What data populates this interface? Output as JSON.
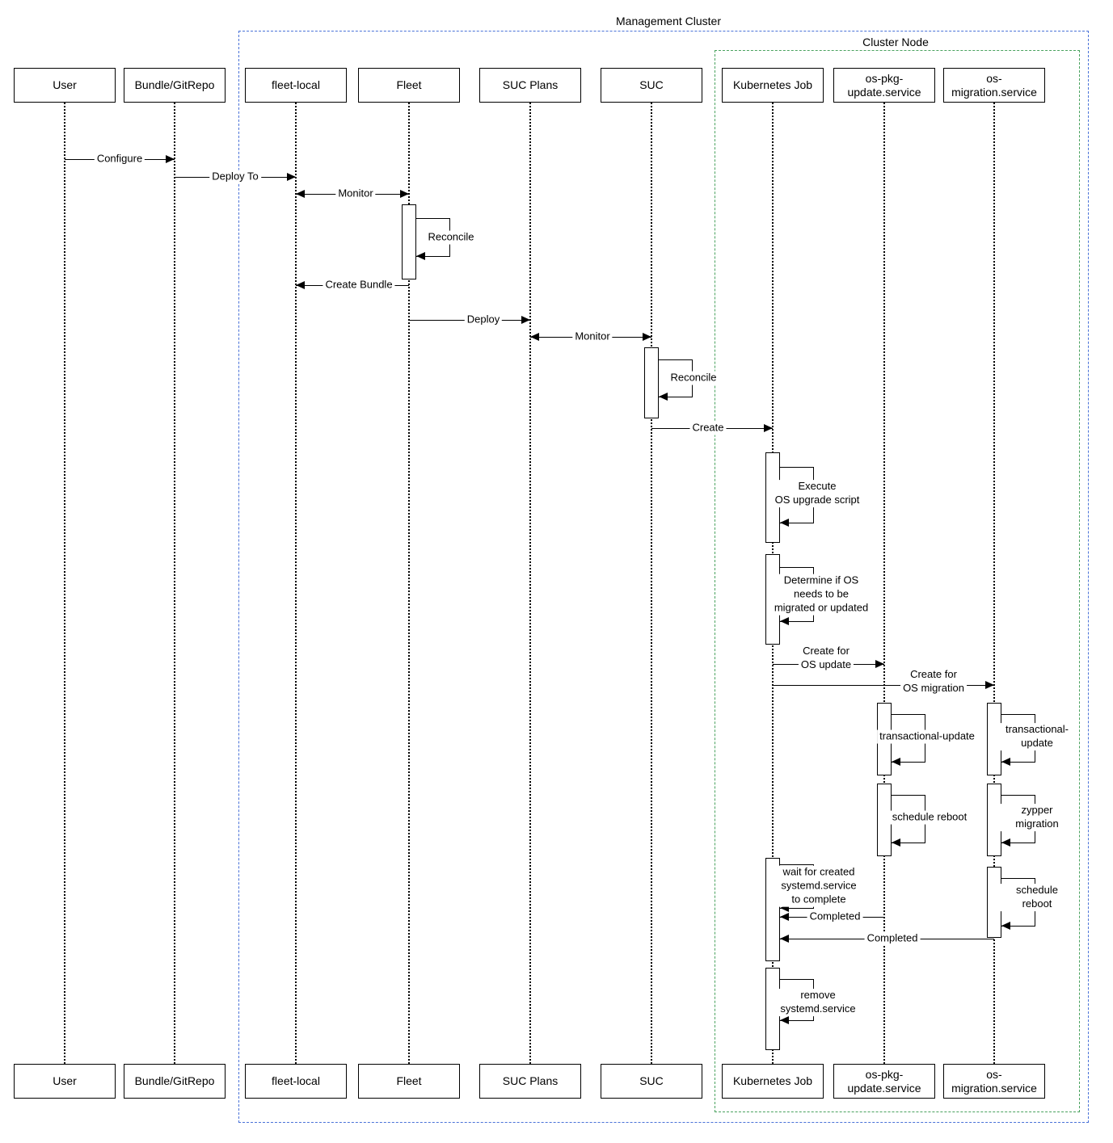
{
  "frames": {
    "management_cluster": "Management Cluster",
    "cluster_node": "Cluster Node"
  },
  "participants": {
    "user": "User",
    "bundle_gitrepo": "Bundle/GitRepo",
    "fleet_local": "fleet-local",
    "fleet": "Fleet",
    "suc_plans": "SUC Plans",
    "suc": "SUC",
    "kubernetes_job": "Kubernetes Job",
    "os_pkg_update": "os-pkg-\nupdate.service",
    "os_migration": "os-\nmigration.service"
  },
  "messages": {
    "configure": "Configure",
    "deploy_to": "Deploy To",
    "monitor_fleet": "Monitor",
    "reconcile_fleet": "Reconcile",
    "create_bundle": "Create Bundle",
    "deploy": "Deploy",
    "monitor_suc": "Monitor",
    "reconcile_suc": "Reconcile",
    "create_job": "Create",
    "execute_os_upgrade": "Execute\nOS upgrade script",
    "determine_os": "Determine if OS\nneeds to be\nmigrated or updated",
    "create_for_os_update": "Create for\nOS update",
    "create_for_os_migration": "Create for\nOS migration",
    "transactional_update_pkg": "transactional-update",
    "transactional_update_mig": "transactional-update",
    "schedule_reboot_pkg": "schedule reboot",
    "zypper_migration": "zypper migration",
    "wait_for_systemd": "wait for created\nsystemd.service\nto complete",
    "schedule_reboot_mig": "schedule reboot",
    "completed_pkg": "Completed",
    "completed_mig": "Completed",
    "remove_systemd": "remove\nsystemd.service"
  },
  "colors": {
    "frame_management": "#4a72d8",
    "frame_cluster_node": "#49a25e",
    "line": "#000000",
    "participant_fill": "#ffffff"
  }
}
